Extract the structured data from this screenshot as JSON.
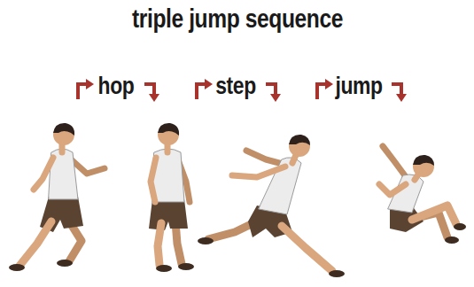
{
  "diagram": {
    "title": "triple jump sequence",
    "labels": [
      "hop",
      "step",
      "jump"
    ]
  }
}
